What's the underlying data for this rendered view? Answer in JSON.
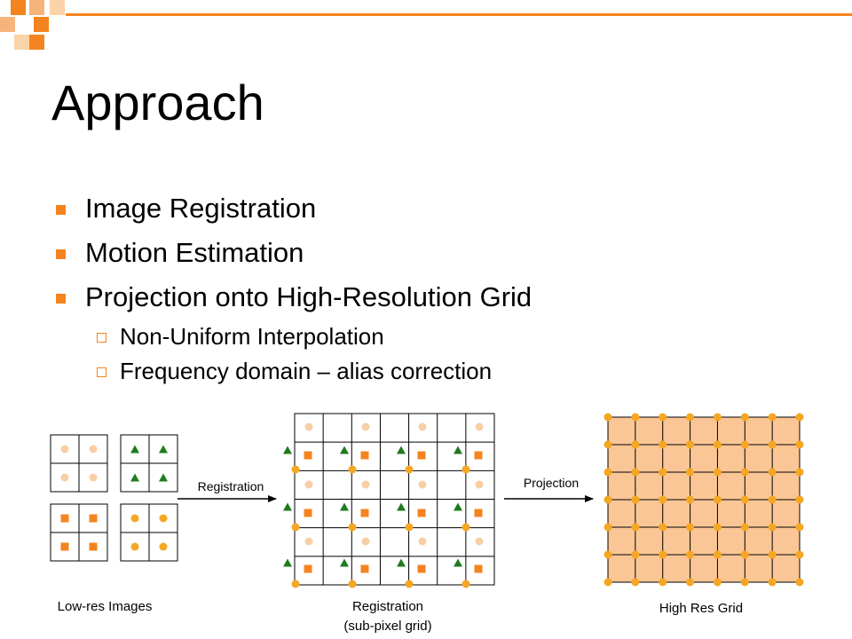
{
  "slide": {
    "title": "Approach",
    "bullets": [
      {
        "text": "Image Registration",
        "level": 1
      },
      {
        "text": "Motion Estimation",
        "level": 1
      },
      {
        "text": "Projection onto High-Resolution Grid",
        "level": 1
      },
      {
        "text": "Non-Uniform Interpolation",
        "level": 2
      },
      {
        "text": "Frequency domain – alias correction",
        "level": 2
      }
    ]
  },
  "diagram": {
    "labels": {
      "low_res": "Low-res Images",
      "registration_arrow": "Registration",
      "registration_line1": "Registration",
      "registration_line2": "(sub-pixel grid)",
      "projection_arrow": "Projection",
      "high_res": "High Res Grid"
    },
    "colors": {
      "accent": "#F4841F",
      "light_orange": "#F7CFA6",
      "green": "#1E7B1E",
      "grid_fill": "#FBC696",
      "marker_orange": "#F5A623",
      "text": "#000000"
    }
  }
}
